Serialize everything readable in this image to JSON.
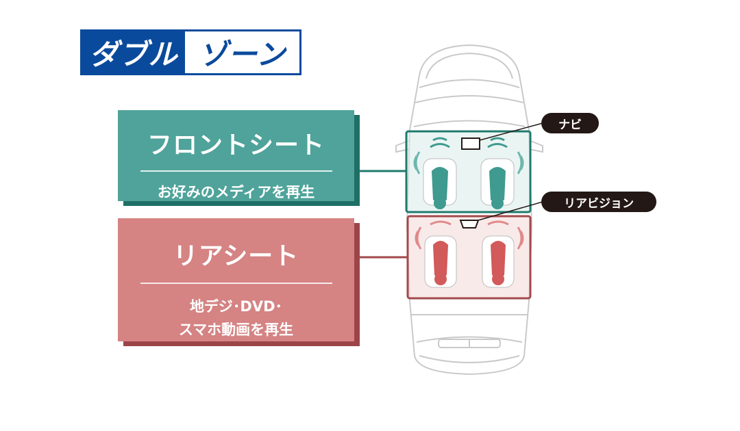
{
  "title": {
    "part1": "ダブル",
    "part2": "ゾーン"
  },
  "front_seat": {
    "title": "フロントシート",
    "description": "お好みのメディアを再生"
  },
  "rear_seat": {
    "title": "リアシート",
    "description_line1": "地デジ･DVD･",
    "description_line2": "スマホ動画を再生"
  },
  "labels": {
    "navi": "ナビ",
    "rear_vision": "リアビジョン"
  },
  "colors": {
    "brand_blue": "#0a4a9c",
    "front_teal": "#4fa39a",
    "front_teal_dark": "#1f6f66",
    "rear_pink": "#d58383",
    "rear_pink_dark": "#9c4548",
    "label_black": "#231815"
  }
}
